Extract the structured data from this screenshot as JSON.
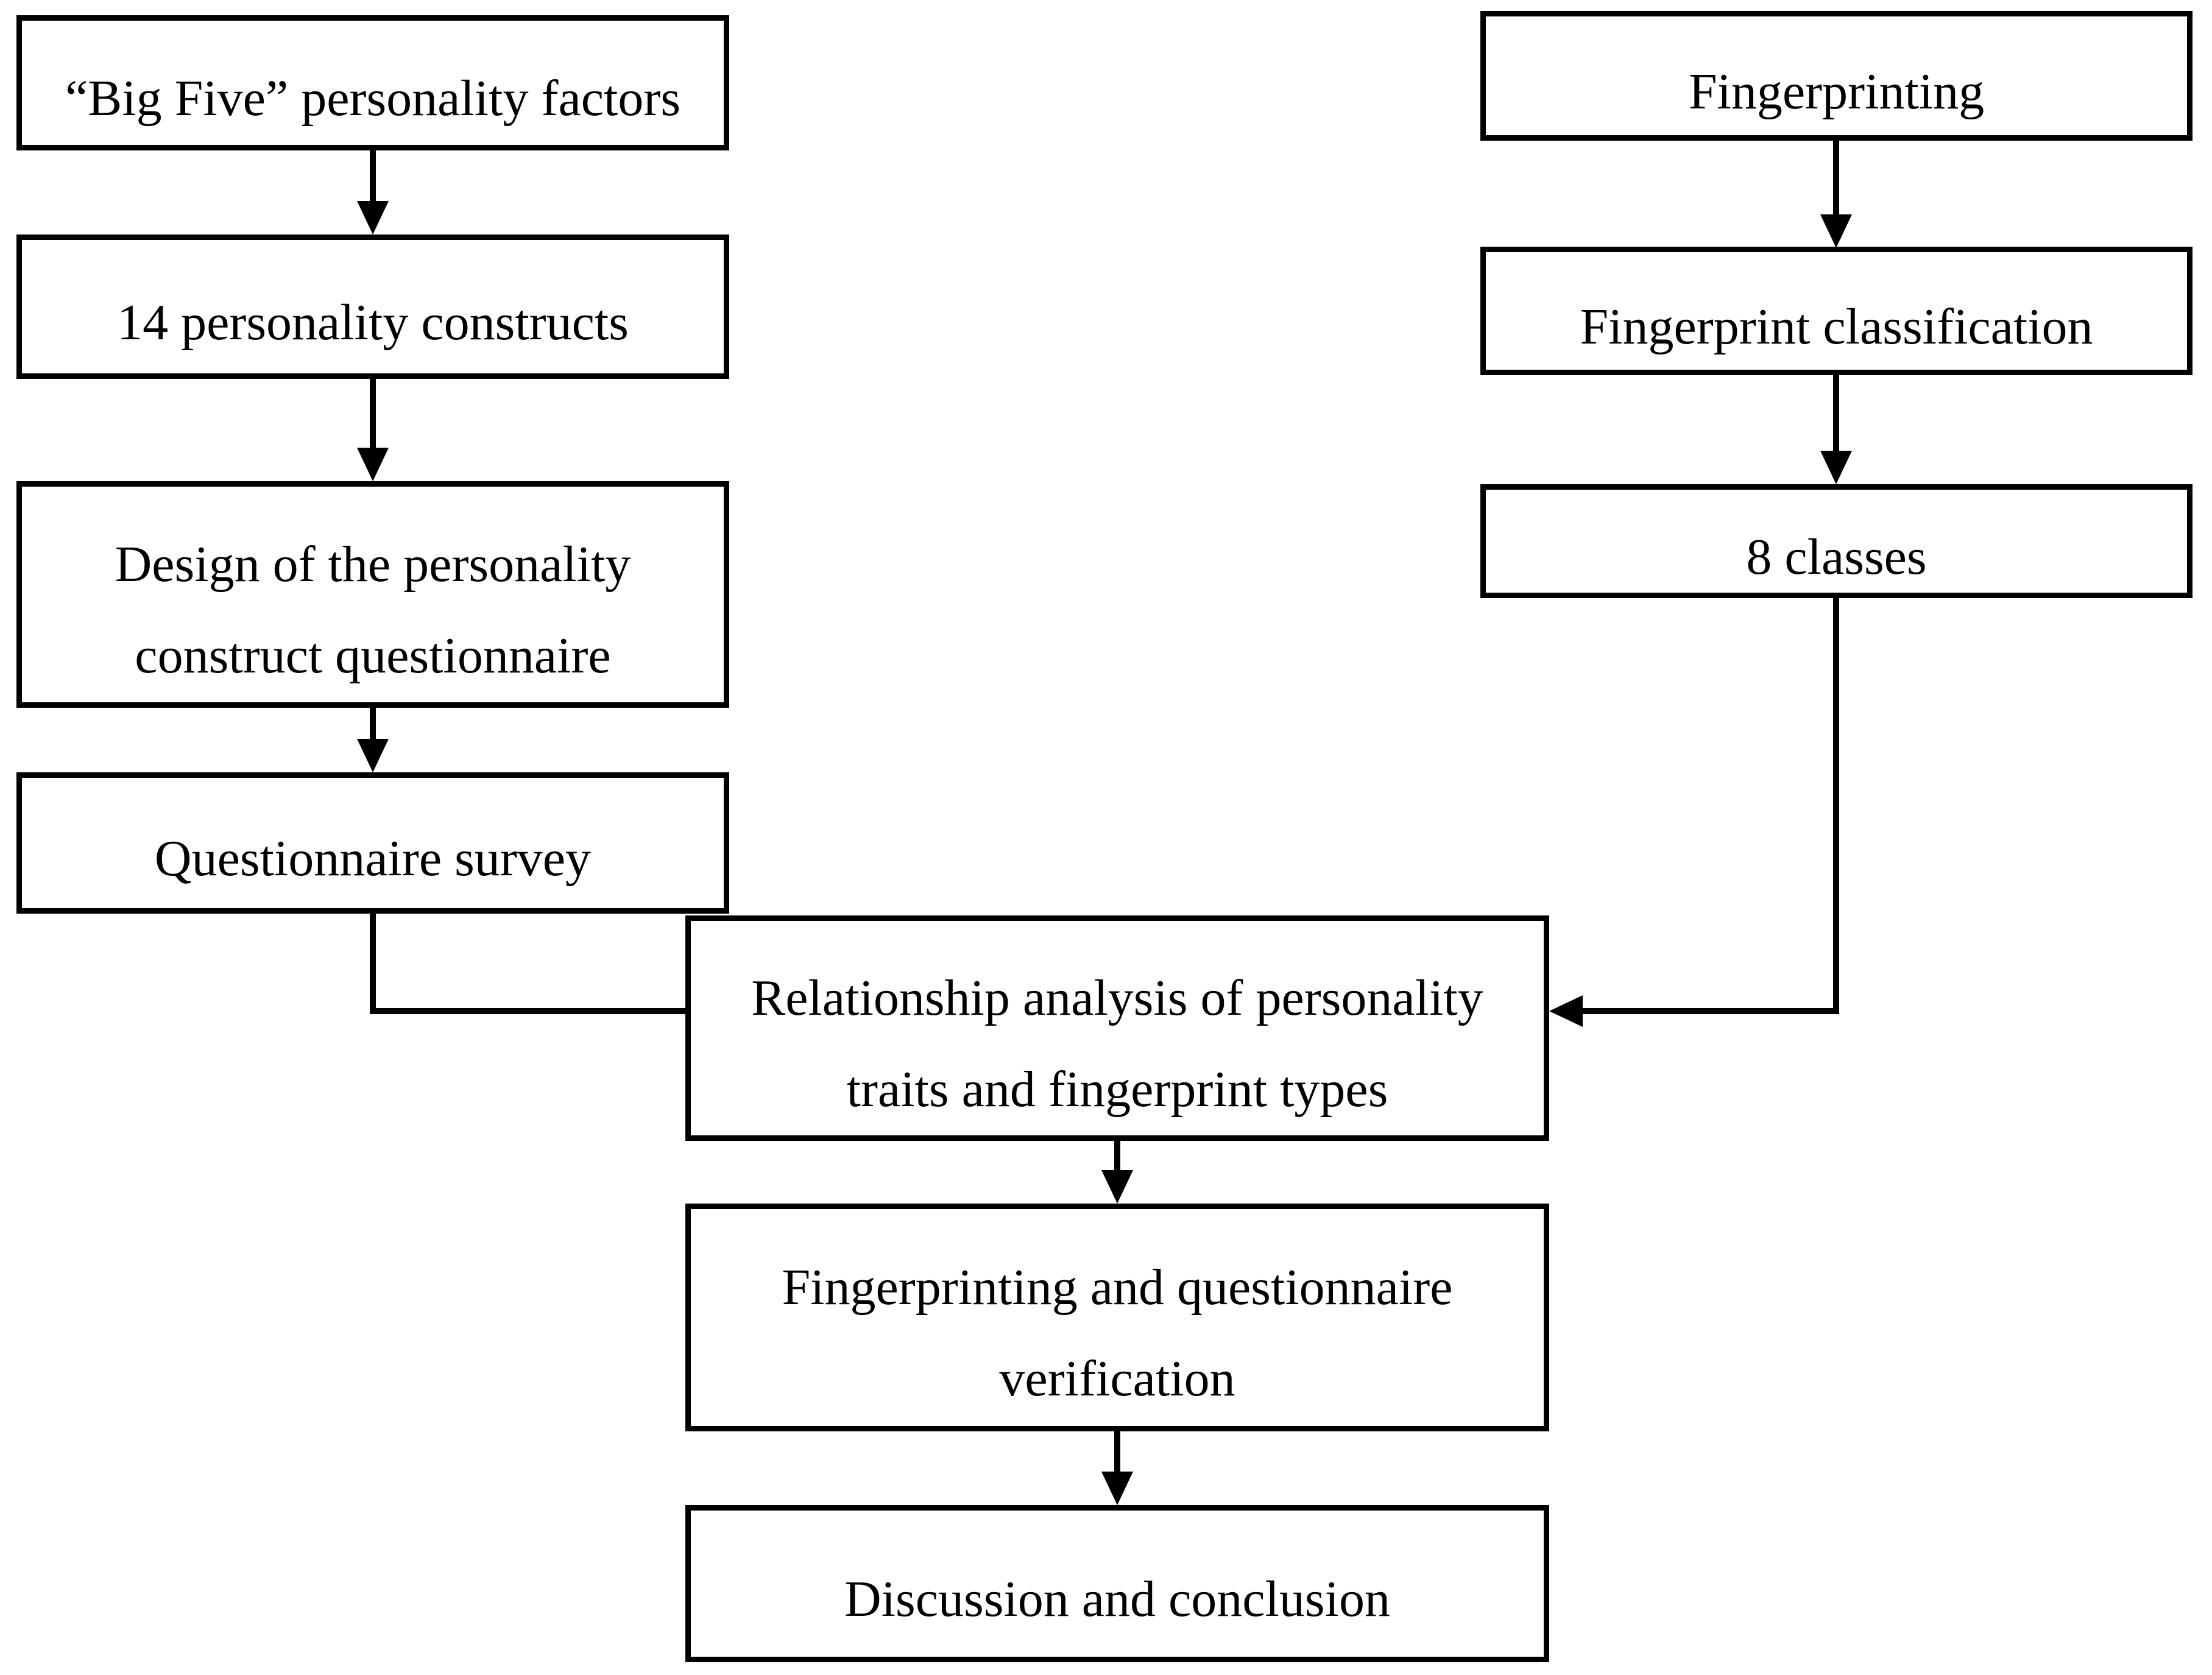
{
  "figure": {
    "type": "flowchart",
    "colors": {
      "background": "#ffffff",
      "line": "#000000",
      "text": "#000000"
    },
    "nodes": [
      {
        "id": "big-five-personality-factors",
        "lines": [
          "“Big Five” personality factors"
        ]
      },
      {
        "id": "fourteen-personality-constructs",
        "lines": [
          "14 personality constructs"
        ]
      },
      {
        "id": "personality-construct-questionnaire-design",
        "lines": [
          "Design of the personality",
          "construct questionnaire"
        ]
      },
      {
        "id": "questionnaire-survey",
        "lines": [
          "Questionnaire survey"
        ]
      },
      {
        "id": "fingerprinting",
        "lines": [
          "Fingerprinting"
        ]
      },
      {
        "id": "fingerprint-classification",
        "lines": [
          "Fingerprint classification"
        ]
      },
      {
        "id": "eight-classes",
        "lines": [
          "8 classes"
        ]
      },
      {
        "id": "relationship-analysis",
        "lines": [
          "Relationship analysis of personality",
          "traits and fingerprint types"
        ]
      },
      {
        "id": "fingerprinting-questionnaire-verification",
        "lines": [
          "Fingerprinting and questionnaire",
          "verification"
        ]
      },
      {
        "id": "discussion-and-conclusion",
        "lines": [
          "Discussion and conclusion"
        ]
      }
    ],
    "edges": [
      {
        "from": "big-five-personality-factors",
        "to": "fourteen-personality-constructs"
      },
      {
        "from": "fourteen-personality-constructs",
        "to": "personality-construct-questionnaire-design"
      },
      {
        "from": "personality-construct-questionnaire-design",
        "to": "questionnaire-survey"
      },
      {
        "from": "questionnaire-survey",
        "to": "relationship-analysis"
      },
      {
        "from": "fingerprinting",
        "to": "fingerprint-classification"
      },
      {
        "from": "fingerprint-classification",
        "to": "eight-classes"
      },
      {
        "from": "eight-classes",
        "to": "relationship-analysis"
      },
      {
        "from": "relationship-analysis",
        "to": "fingerprinting-questionnaire-verification"
      },
      {
        "from": "fingerprinting-questionnaire-verification",
        "to": "discussion-and-conclusion"
      }
    ]
  }
}
